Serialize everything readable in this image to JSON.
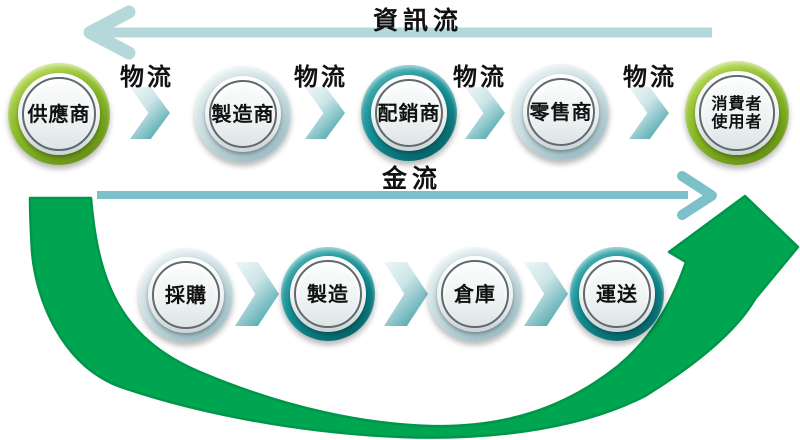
{
  "flows": {
    "information": {
      "label": "資訊流",
      "direction": "left",
      "color": "#b5d8da"
    },
    "money": {
      "label": "金流",
      "direction": "right",
      "color": "#7cc0c9"
    },
    "material_link_label": "物流"
  },
  "top_chain": {
    "nodes": [
      {
        "label": "供應商",
        "style": "green"
      },
      {
        "label": "製造商",
        "style": "pale"
      },
      {
        "label": "配銷商",
        "style": "teal"
      },
      {
        "label": "零售商",
        "style": "pale"
      },
      {
        "label": "消費者",
        "label2": "使用者",
        "style": "green"
      }
    ]
  },
  "bottom_chain": {
    "nodes": [
      {
        "label": "採購",
        "style": "pale"
      },
      {
        "label": "製造",
        "style": "teal"
      },
      {
        "label": "倉庫",
        "style": "pale"
      },
      {
        "label": "運送",
        "style": "teal"
      }
    ]
  },
  "colors": {
    "green_curved_arrow": "#00a551",
    "green_arrow_edge": "#00964a",
    "green_ring": "#8cbd2a",
    "teal_ring": "#148f95",
    "pale_ring": "#c6dce0",
    "chevron_teal": "#1d959d",
    "text": "#111111"
  }
}
